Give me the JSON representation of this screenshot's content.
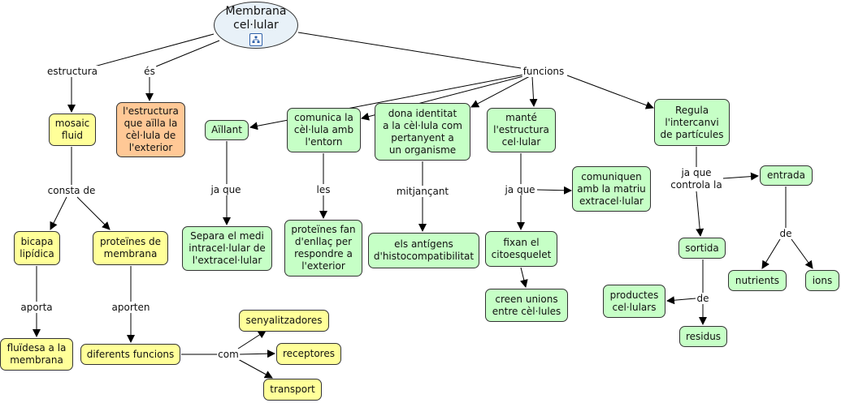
{
  "root": {
    "label": "Membrana\ncel·lular",
    "icon": "concept-map-icon"
  },
  "nodes": {
    "mosaic": "mosaic\nfluid",
    "structure_def": "l'estructura\nque aïlla la\ncèl·lula de\nl'exterior",
    "bicapa": "bicapa\nlipídica",
    "proteins": "proteïnes de\nmembrana",
    "fluidity": "fluïdesa a la\nmembrana",
    "functions_list": "diferents funcions",
    "signalers": "senyalitzadores",
    "receptors": "receptores",
    "transport": "transport",
    "isolates": "Aïllant",
    "separates": "Separa el medi\nintracel·lular de\nl'extracel·lular",
    "communicates": "comunica la\ncèl·lula amb\nl'entorn",
    "linkers": "proteïnes fan\nd'enllaç per\nrespondre a\nl'exterior",
    "identity": "dona identitat\na la cèl·lula com\npertanyent a\nun organisme",
    "antigens": "els antígens\nd'histocompatibilitat",
    "maintains": "manté\nl'estructura\ncel·lular",
    "matrix": "comuniquen\namb la matriu\nextracel·lular",
    "cytoskeleton": "fixan el\ncitoesquelet",
    "unions": "creen unions\nentre cèl·lules",
    "regulates": "Regula\nl'intercanvi\nde partícules",
    "entry": "entrada",
    "exit": "sortida",
    "nutrients": "nutrients",
    "ions": "ions",
    "products": "productes\ncel·lulars",
    "waste": "residus"
  },
  "links": {
    "structure": "estructura",
    "is": "és",
    "functions": "funcions",
    "consists_of": "consta de",
    "provides": "aporta",
    "provide": "aporten",
    "as": "com",
    "since1": "ja que",
    "via": "les",
    "through": "mitjançant",
    "since2": "ja que",
    "since_controls": "ja que\ncontrola la",
    "of1": "de",
    "of2": "de"
  },
  "colors": {
    "concept_green": "#c6ffc6",
    "concept_yellow": "#ffff99",
    "concept_orange": "#ffc896",
    "root_fill": "#e8f1f8",
    "line": "#000000"
  }
}
